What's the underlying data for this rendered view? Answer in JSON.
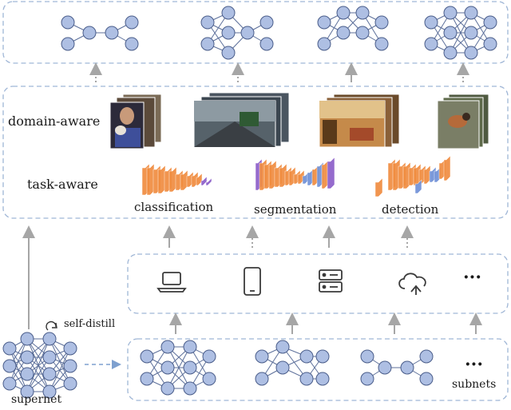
{
  "labels": {
    "domain_aware": "domain-aware",
    "task_aware": "task-aware",
    "classification": "classification",
    "segmentation": "segmentation",
    "detection": "detection",
    "self_distill": "self-distill",
    "supernet": "supernet",
    "subnets": "subnets",
    "more_devices": "···",
    "more_subnets": "···"
  },
  "devices": [
    "laptop-icon",
    "phone-icon",
    "server-icon",
    "cloud-sync-icon"
  ],
  "colors": {
    "node_fill": "#aebfe3",
    "node_stroke": "#4a5d8a",
    "box_border": "#9fb6d6",
    "arrow_gray": "#a6a6a6",
    "dashed_arrow": "#7ea0cf",
    "layer_orange": "#f08a3c",
    "layer_purple": "#8a5cc8",
    "layer_blue": "#6d8fd6"
  }
}
